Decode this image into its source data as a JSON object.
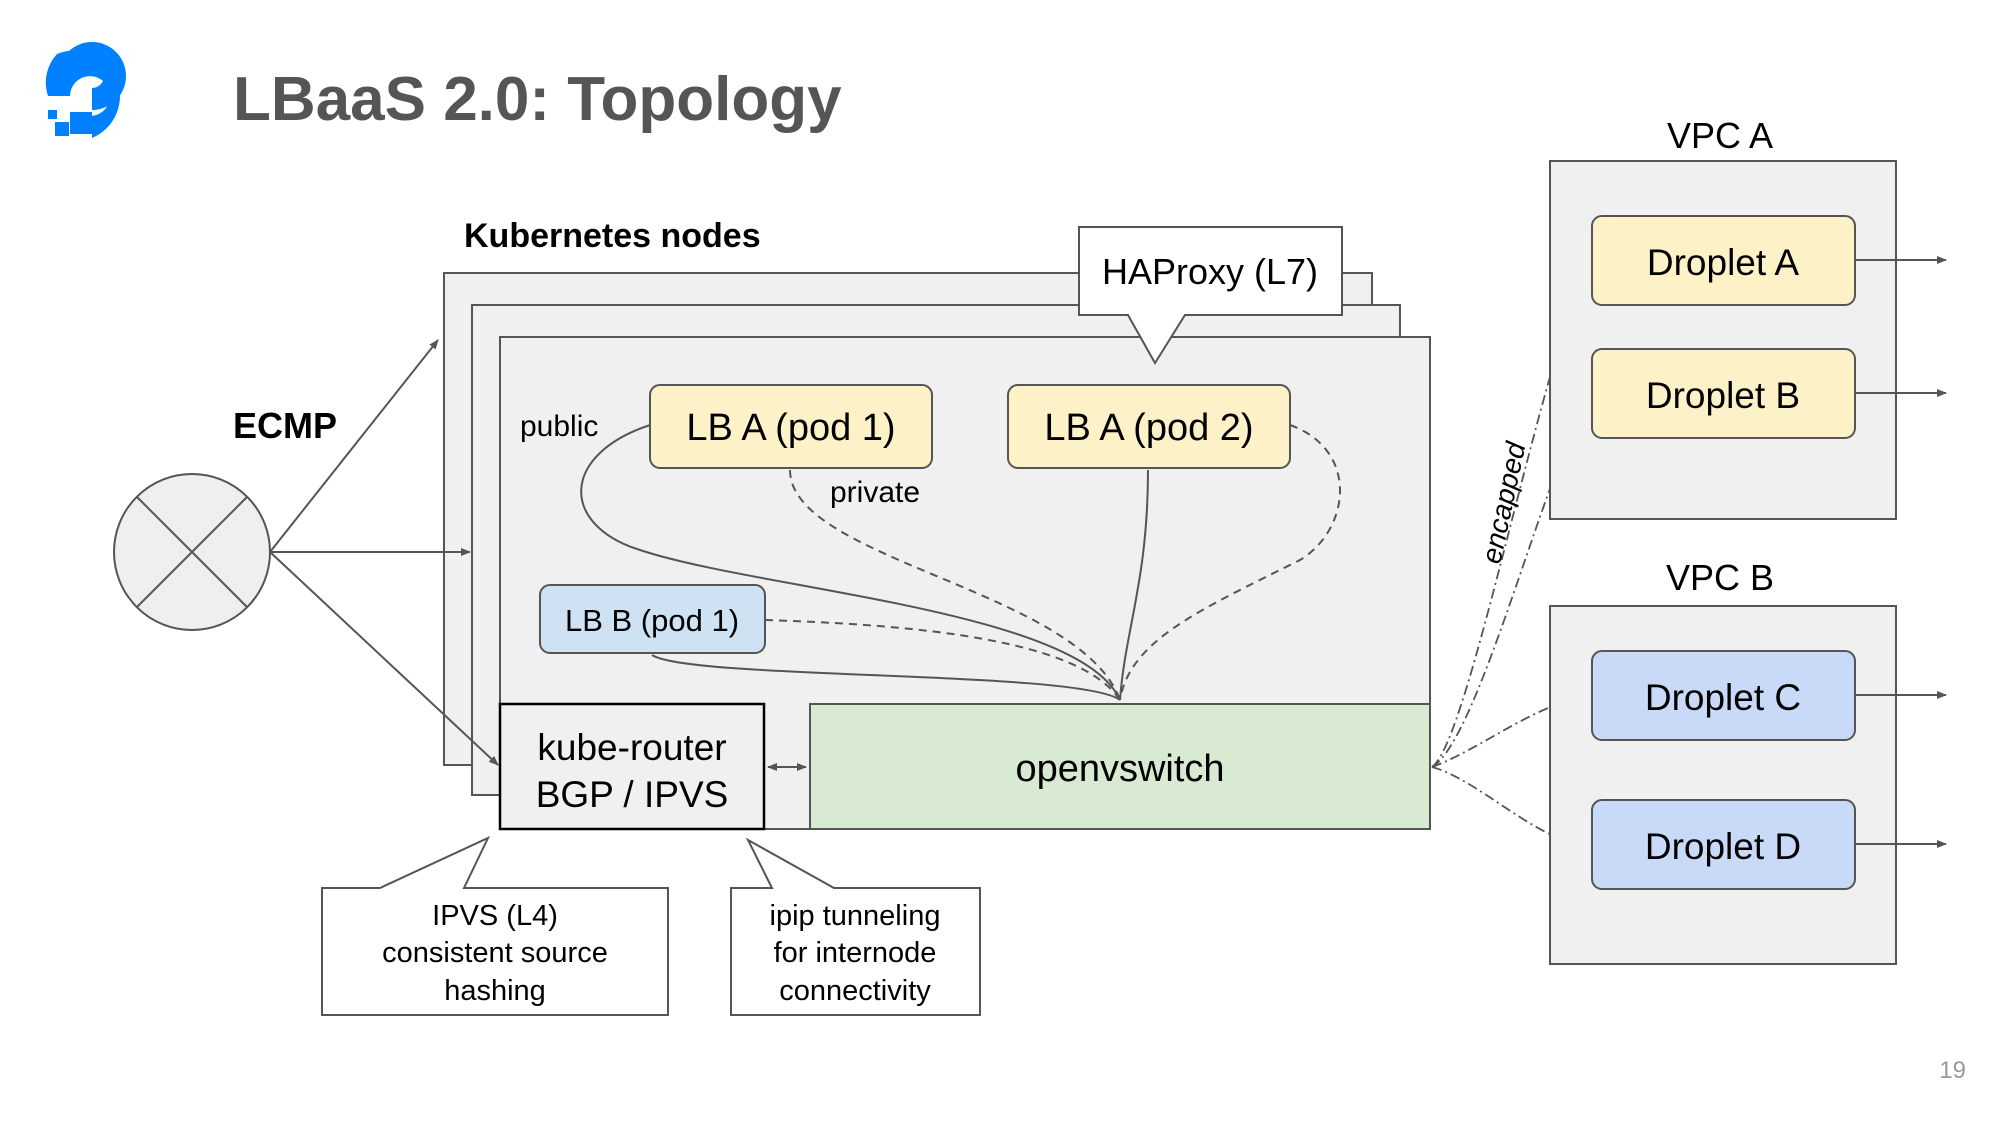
{
  "slide": {
    "title": "LBaaS 2.0: Topology",
    "page_number": "19",
    "logo_icon": "digitalocean-logo-icon"
  },
  "colors": {
    "title": "#555555",
    "logo": "#0080ff",
    "lb_a_fill": "#fdf1c8",
    "lb_b_fill": "#cfe2f3",
    "openvswitch_fill": "#d9ead3",
    "droplet_yellow": "#fdf1c8",
    "droplet_blue": "#c9daf8",
    "node_fill": "#f0f0f0",
    "stroke": "#555555"
  },
  "labels": {
    "kubernetes_nodes": "Kubernetes nodes",
    "ecmp": "ECMP",
    "public": "public",
    "private": "private",
    "encapped": "encapped"
  },
  "callouts": {
    "haproxy": "HAProxy (L7)",
    "ipvs": [
      "IPVS (L4)",
      "consistent source",
      "hashing"
    ],
    "ipip": [
      "ipip tunneling",
      "for internode",
      "connectivity"
    ]
  },
  "boxes": {
    "lb_a_pod1": "LB A (pod 1)",
    "lb_a_pod2": "LB A (pod 2)",
    "lb_b_pod1": "LB B (pod 1)",
    "kube_router": [
      "kube-router",
      "BGP / IPVS"
    ],
    "openvswitch": "openvswitch"
  },
  "vpcs": [
    {
      "name": "VPC A",
      "droplets": [
        "Droplet A",
        "Droplet B"
      ]
    },
    {
      "name": "VPC B",
      "droplets": [
        "Droplet C",
        "Droplet D"
      ]
    }
  ]
}
